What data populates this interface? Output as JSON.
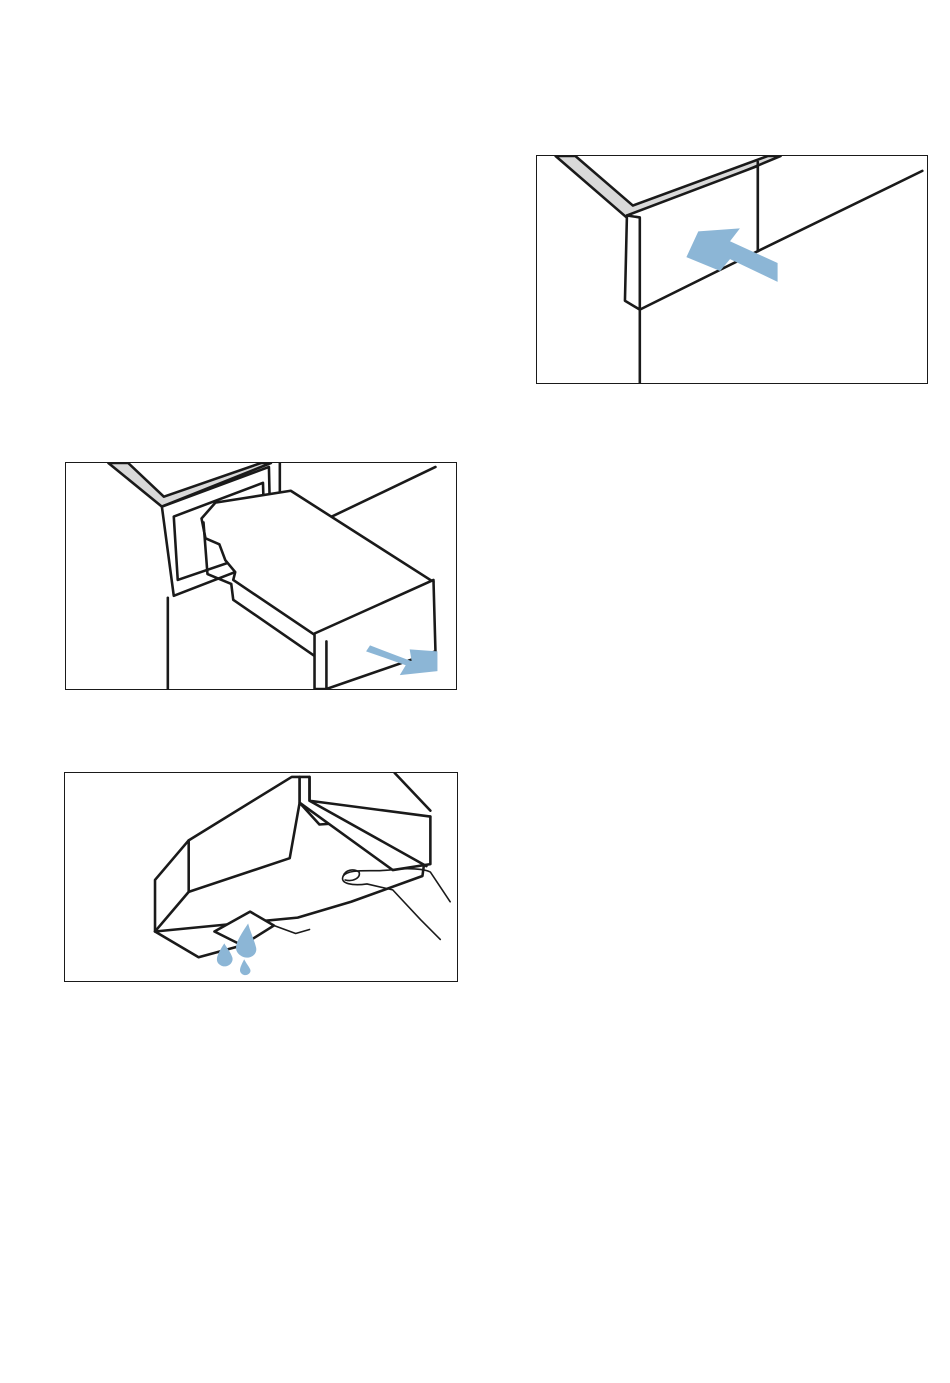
{
  "figures": [
    {
      "id": "insert-dispenser",
      "arrow_icon": "arrow-push-in-icon"
    },
    {
      "id": "pull-out-dispenser",
      "arrow_icon": "arrow-pull-out-icon"
    },
    {
      "id": "drain-dispenser",
      "drop_icon": "water-drop-icon"
    }
  ],
  "colors": {
    "arrow": "#8cb6d6",
    "outline": "#1a1a1a",
    "panel_gray": "#d9d9d9",
    "background": "#ffffff"
  }
}
